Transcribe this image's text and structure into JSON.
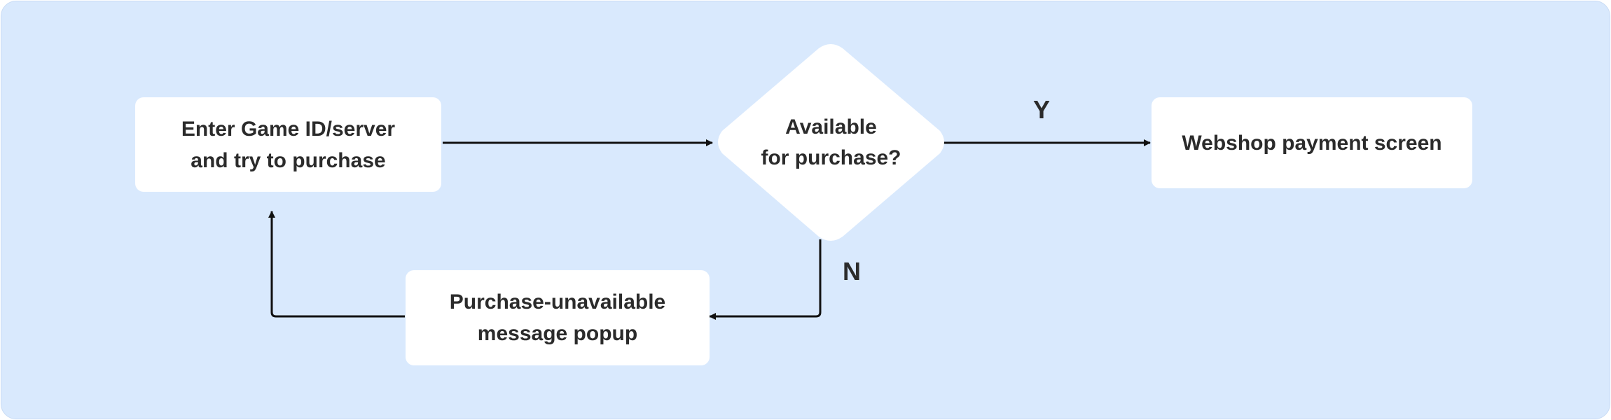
{
  "diagram": {
    "nodes": {
      "enter": {
        "label": "Enter Game ID/server\nand try to purchase"
      },
      "available": {
        "label": "Available\nfor purchase?"
      },
      "webshop": {
        "label": "Webshop payment screen"
      },
      "unavailable": {
        "label": "Purchase-unavailable\nmessage popup"
      }
    },
    "edges": {
      "yes_label": "Y",
      "no_label": "N"
    }
  },
  "colors": {
    "background": "#d9e9fd",
    "node_fill": "#ffffff",
    "text": "#2b2b2b",
    "connector": "#111111"
  }
}
